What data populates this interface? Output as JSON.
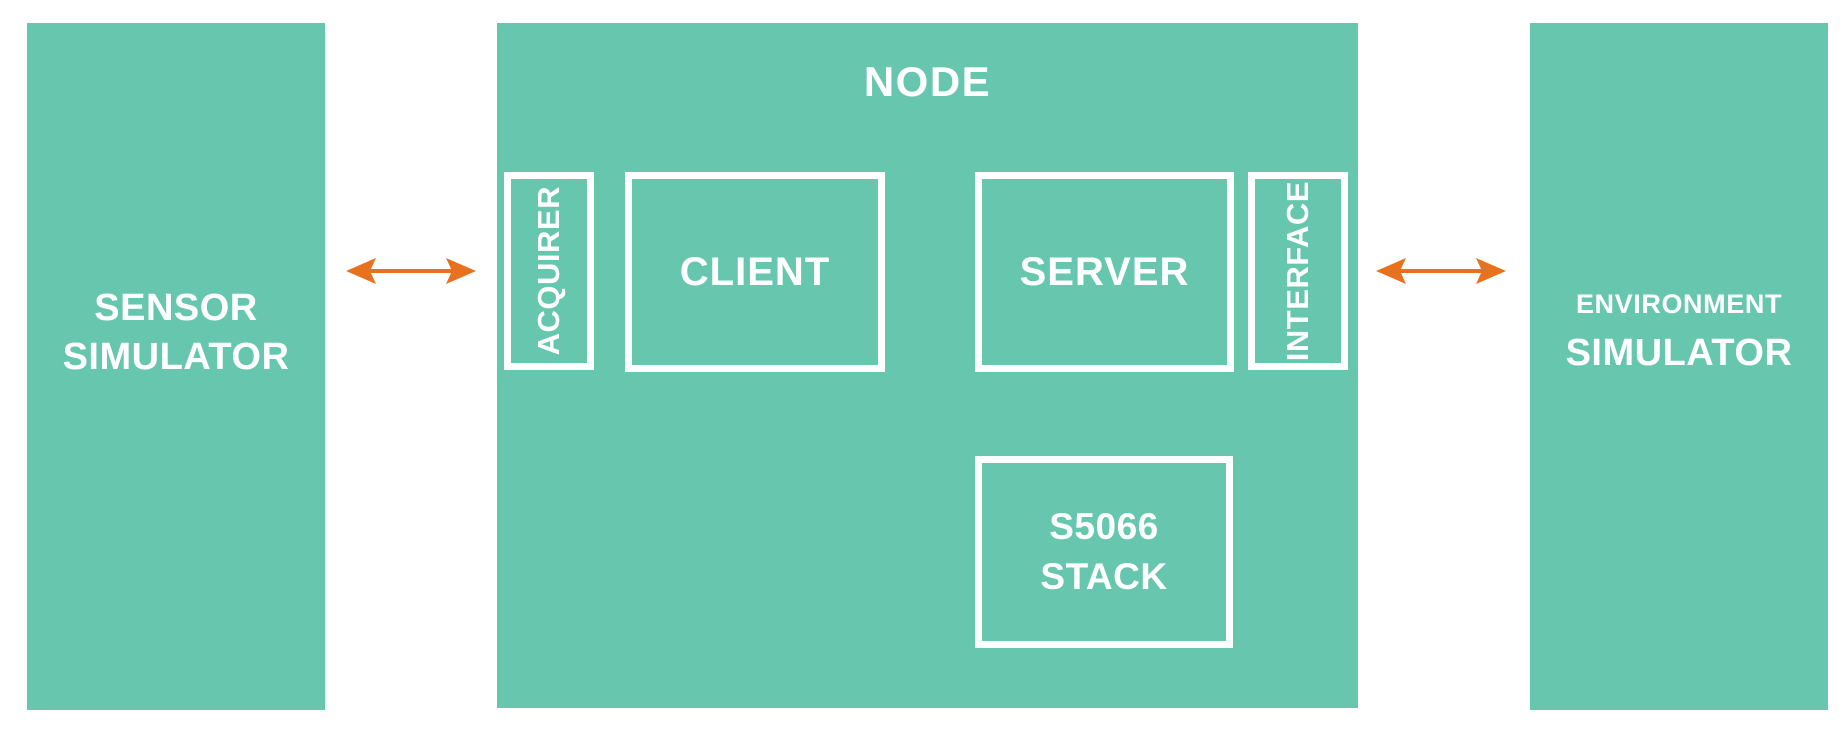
{
  "diagram": {
    "title": "NODE system architecture block diagram",
    "colors": {
      "panel_teal": "#66c6ae",
      "outline_white": "#ffffff",
      "external_arrow_orange": "#e8711e",
      "background": "#ffffff"
    }
  },
  "left_panel": {
    "name": "SENSOR SIMULATOR",
    "line_1": "SENSOR",
    "line_2": "SIMULATOR"
  },
  "right_panel": {
    "name": "ENVIRONMENT SIMULATOR",
    "line_1": "ENVIRONMENT",
    "line_2": "SIMULATOR"
  },
  "node_panel": {
    "title": "NODE",
    "blocks": {
      "acquirer": "ACQUIRER",
      "client": "CLIENT",
      "server": "SERVER",
      "interface": "INTERFACE",
      "stack_line_1": "S5066",
      "stack_line_2": "STACK"
    }
  },
  "connections": [
    {
      "id": "sensor-to-node",
      "from": "SENSOR SIMULATOR",
      "to": "ACQUIRER",
      "style": "double-headed",
      "color": "#e8711e",
      "orientation": "horizontal"
    },
    {
      "id": "client-server",
      "from": "CLIENT",
      "to": "SERVER",
      "style": "double-headed",
      "color": "#ffffff",
      "orientation": "horizontal"
    },
    {
      "id": "server-stack",
      "from": "SERVER",
      "to": "S5066 STACK",
      "style": "double-headed",
      "color": "#ffffff",
      "orientation": "vertical"
    },
    {
      "id": "node-to-environment",
      "from": "INTERFACE",
      "to": "ENVIRONMENT SIMULATOR",
      "style": "double-headed",
      "color": "#e8711e",
      "orientation": "horizontal"
    }
  ]
}
